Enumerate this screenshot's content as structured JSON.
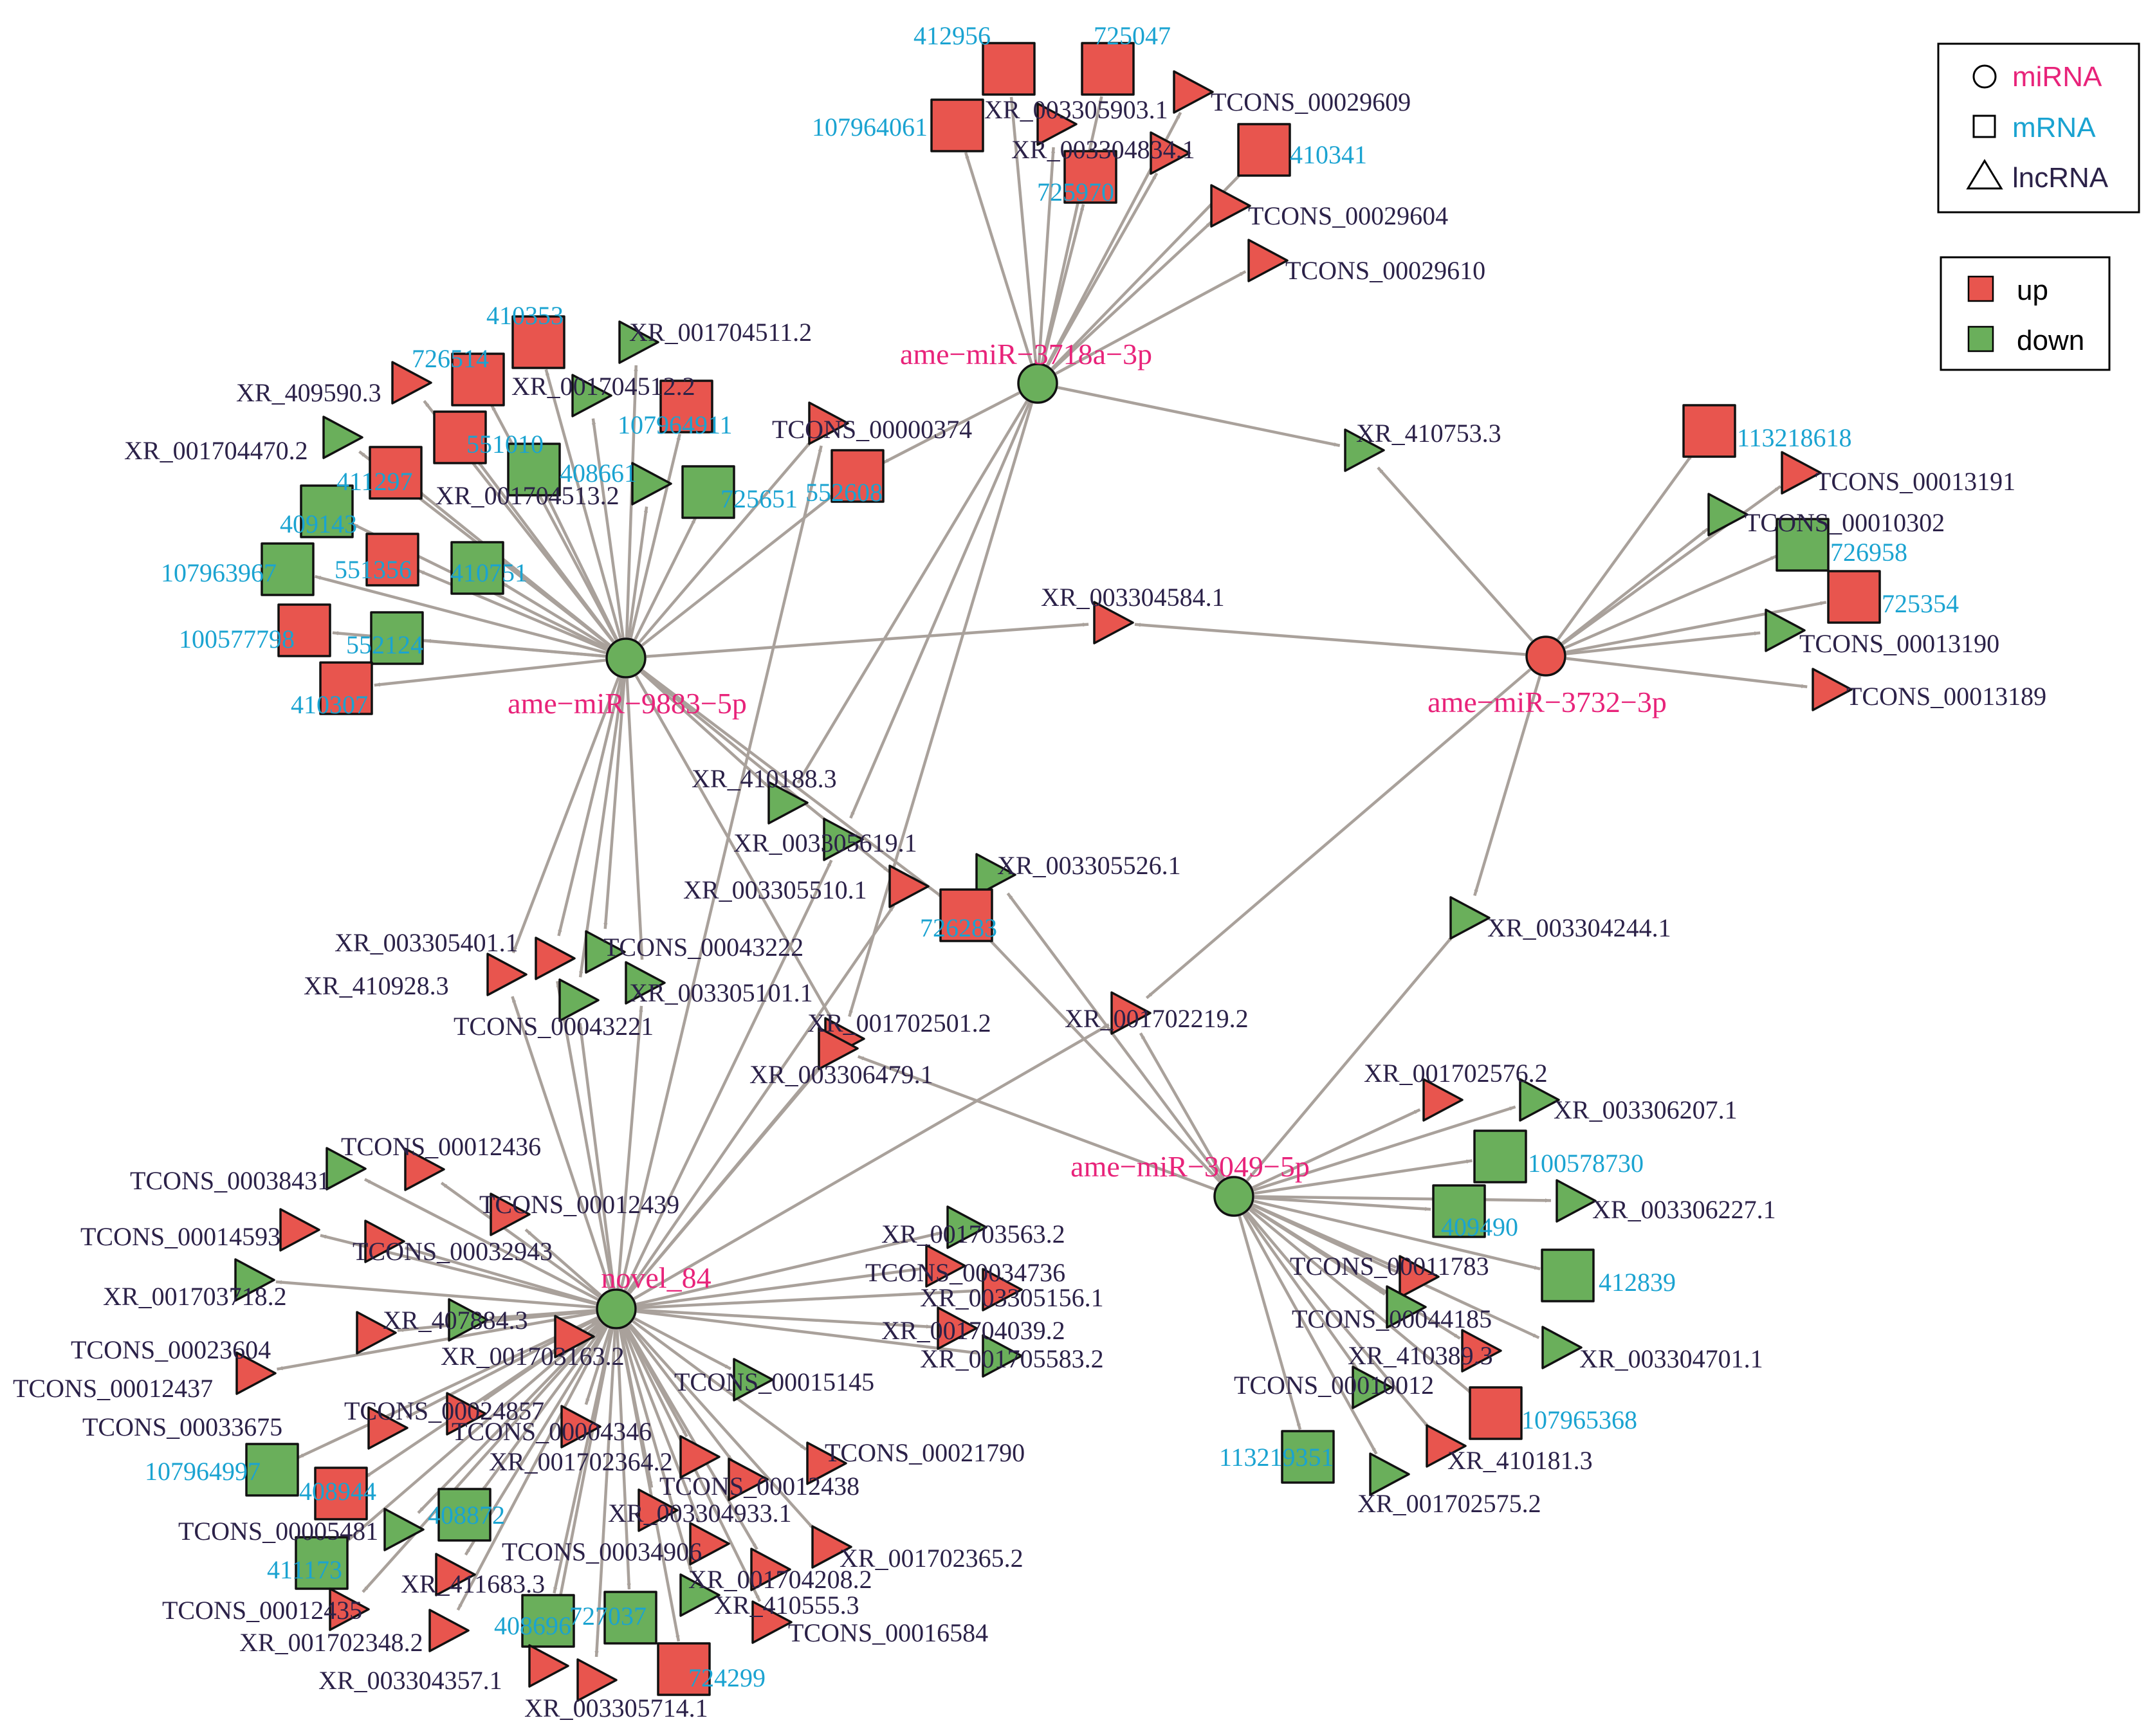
{
  "colors": {
    "up": "#E8554E",
    "down": "#6AAF5B",
    "edge": "#A9A19B",
    "mirna_label": "#E8237A",
    "mrna_label": "#1AA3D1",
    "lncrna_label": "#2B2148"
  },
  "legend_shape": {
    "items": [
      {
        "shape": "circle",
        "label": "miRNA",
        "color_key": "mirna_label"
      },
      {
        "shape": "square",
        "label": "mRNA",
        "color_key": "mrna_label"
      },
      {
        "shape": "triangle",
        "label": "lncRNA",
        "color_key": "lncrna_label"
      }
    ]
  },
  "legend_reg": {
    "items": [
      {
        "label": "up",
        "color_key": "up"
      },
      {
        "label": "down",
        "color_key": "down"
      }
    ]
  },
  "nodes": [
    {
      "id": "m3718",
      "label": "ame−miR−3718a−3p",
      "type": "miRNA",
      "reg": "down"
    },
    {
      "id": "m9883",
      "label": "ame−miR−9883−5p",
      "type": "miRNA",
      "reg": "down"
    },
    {
      "id": "m3732",
      "label": "ame−miR−3732−3p",
      "type": "miRNA",
      "reg": "up"
    },
    {
      "id": "m3049",
      "label": "ame−miR−3049−5p",
      "type": "miRNA",
      "reg": "down"
    },
    {
      "id": "n84",
      "label": "novel_84",
      "type": "miRNA",
      "reg": "down"
    },
    {
      "id": "g412956",
      "label": "412956",
      "type": "mRNA",
      "reg": "up"
    },
    {
      "id": "g725047",
      "label": "725047",
      "type": "mRNA",
      "reg": "up"
    },
    {
      "id": "g107964061",
      "label": "107964061",
      "type": "mRNA",
      "reg": "up"
    },
    {
      "id": "x3305903",
      "label": "XR_003305903.1",
      "type": "lncRNA",
      "reg": "up"
    },
    {
      "id": "t29609",
      "label": "TCONS_00029609",
      "type": "lncRNA",
      "reg": "up"
    },
    {
      "id": "x3304834",
      "label": "XR_003304834.1",
      "type": "lncRNA",
      "reg": "up"
    },
    {
      "id": "g410341",
      "label": "410341",
      "type": "mRNA",
      "reg": "up"
    },
    {
      "id": "g725970",
      "label": "725970",
      "type": "mRNA",
      "reg": "up"
    },
    {
      "id": "t29604",
      "label": "TCONS_00029604",
      "type": "lncRNA",
      "reg": "up"
    },
    {
      "id": "t29610",
      "label": "TCONS_00029610",
      "type": "lncRNA",
      "reg": "up"
    },
    {
      "id": "t00374",
      "label": "TCONS_00000374",
      "type": "lncRNA",
      "reg": "up"
    },
    {
      "id": "g552608",
      "label": "552608",
      "type": "mRNA",
      "reg": "up"
    },
    {
      "id": "x410753",
      "label": "XR_410753.3",
      "type": "lncRNA",
      "reg": "down"
    },
    {
      "id": "g410353",
      "label": "410353",
      "type": "mRNA",
      "reg": "up"
    },
    {
      "id": "x1704511",
      "label": "XR_001704511.2",
      "type": "lncRNA",
      "reg": "down"
    },
    {
      "id": "g726514",
      "label": "726514",
      "type": "mRNA",
      "reg": "up"
    },
    {
      "id": "x409590",
      "label": "XR_409590.3",
      "type": "lncRNA",
      "reg": "up"
    },
    {
      "id": "x1704512",
      "label": "XR_001704512.2",
      "type": "lncRNA",
      "reg": "down"
    },
    {
      "id": "g107964911",
      "label": "107964911",
      "type": "mRNA",
      "reg": "up"
    },
    {
      "id": "x1704470",
      "label": "XR_001704470.2",
      "type": "lncRNA",
      "reg": "down"
    },
    {
      "id": "g551010",
      "label": "551010",
      "type": "mRNA",
      "reg": "up"
    },
    {
      "id": "g408661",
      "label": "408661",
      "type": "mRNA",
      "reg": "down"
    },
    {
      "id": "g411297",
      "label": "411297",
      "type": "mRNA",
      "reg": "up"
    },
    {
      "id": "x1704513",
      "label": "XR_001704513.2",
      "type": "lncRNA",
      "reg": "down"
    },
    {
      "id": "g725651",
      "label": "725651",
      "type": "mRNA",
      "reg": "down"
    },
    {
      "id": "g409143",
      "label": "409143",
      "type": "mRNA",
      "reg": "down"
    },
    {
      "id": "g107963967",
      "label": "107963967",
      "type": "mRNA",
      "reg": "down"
    },
    {
      "id": "g551356",
      "label": "551356",
      "type": "mRNA",
      "reg": "up"
    },
    {
      "id": "g410751",
      "label": "410751",
      "type": "mRNA",
      "reg": "down"
    },
    {
      "id": "g100577798",
      "label": "100577798",
      "type": "mRNA",
      "reg": "up"
    },
    {
      "id": "g552124",
      "label": "552124",
      "type": "mRNA",
      "reg": "down"
    },
    {
      "id": "g410307",
      "label": "410307",
      "type": "mRNA",
      "reg": "up"
    },
    {
      "id": "x3304584",
      "label": "XR_003304584.1",
      "type": "lncRNA",
      "reg": "up"
    },
    {
      "id": "g113218618",
      "label": "113218618",
      "type": "mRNA",
      "reg": "up"
    },
    {
      "id": "t13191",
      "label": "TCONS_00013191",
      "type": "lncRNA",
      "reg": "up"
    },
    {
      "id": "t10302",
      "label": "TCONS_00010302",
      "type": "lncRNA",
      "reg": "down"
    },
    {
      "id": "g726958",
      "label": "726958",
      "type": "mRNA",
      "reg": "down"
    },
    {
      "id": "g725354",
      "label": "725354",
      "type": "mRNA",
      "reg": "up"
    },
    {
      "id": "t13190",
      "label": "TCONS_00013190",
      "type": "lncRNA",
      "reg": "down"
    },
    {
      "id": "t13189",
      "label": "TCONS_00013189",
      "type": "lncRNA",
      "reg": "up"
    },
    {
      "id": "x3304244",
      "label": "XR_003304244.1",
      "type": "lncRNA",
      "reg": "down"
    },
    {
      "id": "x410188",
      "label": "XR_410188.3",
      "type": "lncRNA",
      "reg": "down"
    },
    {
      "id": "x3305619",
      "label": "XR_003305619.1",
      "type": "lncRNA",
      "reg": "down"
    },
    {
      "id": "x3305510",
      "label": "XR_003305510.1",
      "type": "lncRNA",
      "reg": "up"
    },
    {
      "id": "x3305526",
      "label": "XR_003305526.1",
      "type": "lncRNA",
      "reg": "down"
    },
    {
      "id": "g726283",
      "label": "726283",
      "type": "mRNA",
      "reg": "up"
    },
    {
      "id": "x3305401",
      "label": "XR_003305401.1",
      "type": "lncRNA",
      "reg": "up"
    },
    {
      "id": "t43222",
      "label": "TCONS_00043222",
      "type": "lncRNA",
      "reg": "down"
    },
    {
      "id": "x410928",
      "label": "XR_410928.3",
      "type": "lncRNA",
      "reg": "up"
    },
    {
      "id": "x3305101",
      "label": "XR_003305101.1",
      "type": "lncRNA",
      "reg": "down"
    },
    {
      "id": "t43221",
      "label": "TCONS_00043221",
      "type": "lncRNA",
      "reg": "down"
    },
    {
      "id": "x1702501",
      "label": "XR_001702501.2",
      "type": "lncRNA",
      "reg": "up"
    },
    {
      "id": "x1702219",
      "label": "XR_001702219.2",
      "type": "lncRNA",
      "reg": "up"
    },
    {
      "id": "x3306479",
      "label": "XR_003306479.1",
      "type": "lncRNA",
      "reg": "up"
    },
    {
      "id": "x1702576",
      "label": "XR_001702576.2",
      "type": "lncRNA",
      "reg": "up"
    },
    {
      "id": "x3306207",
      "label": "XR_003306207.1",
      "type": "lncRNA",
      "reg": "down"
    },
    {
      "id": "g100578730",
      "label": "100578730",
      "type": "mRNA",
      "reg": "down"
    },
    {
      "id": "g409490",
      "label": "409490",
      "type": "mRNA",
      "reg": "down"
    },
    {
      "id": "x3306227",
      "label": "XR_003306227.1",
      "type": "lncRNA",
      "reg": "down"
    },
    {
      "id": "t11783",
      "label": "TCONS_00011783",
      "type": "lncRNA",
      "reg": "up"
    },
    {
      "id": "g412839",
      "label": "412839",
      "type": "mRNA",
      "reg": "down"
    },
    {
      "id": "t44185",
      "label": "TCONS_00044185",
      "type": "lncRNA",
      "reg": "down"
    },
    {
      "id": "x410389",
      "label": "XR_410389.3",
      "type": "lncRNA",
      "reg": "up"
    },
    {
      "id": "x3304701",
      "label": "XR_003304701.1",
      "type": "lncRNA",
      "reg": "down"
    },
    {
      "id": "t10012",
      "label": "TCONS_00010012",
      "type": "lncRNA",
      "reg": "down"
    },
    {
      "id": "g107965368",
      "label": "107965368",
      "type": "mRNA",
      "reg": "up"
    },
    {
      "id": "g113219351",
      "label": "113219351",
      "type": "mRNA",
      "reg": "down"
    },
    {
      "id": "x410181",
      "label": "XR_410181.3",
      "type": "lncRNA",
      "reg": "up"
    },
    {
      "id": "x1702575",
      "label": "XR_001702575.2",
      "type": "lncRNA",
      "reg": "down"
    },
    {
      "id": "t12436",
      "label": "TCONS_00012436",
      "type": "lncRNA",
      "reg": "up"
    },
    {
      "id": "t38431",
      "label": "TCONS_00038431",
      "type": "lncRNA",
      "reg": "down"
    },
    {
      "id": "t12439",
      "label": "TCONS_00012439",
      "type": "lncRNA",
      "reg": "up"
    },
    {
      "id": "t14593",
      "label": "TCONS_00014593",
      "type": "lncRNA",
      "reg": "up"
    },
    {
      "id": "t32943",
      "label": "TCONS_00032943",
      "type": "lncRNA",
      "reg": "up"
    },
    {
      "id": "x1703563",
      "label": "XR_001703563.2",
      "type": "lncRNA",
      "reg": "down"
    },
    {
      "id": "t34736",
      "label": "TCONS_00034736",
      "type": "lncRNA",
      "reg": "up"
    },
    {
      "id": "x1703718",
      "label": "XR_001703718.2",
      "type": "lncRNA",
      "reg": "down"
    },
    {
      "id": "x407884",
      "label": "XR_407884.3",
      "type": "lncRNA",
      "reg": "down"
    },
    {
      "id": "x3305156",
      "label": "XR_003305156.1",
      "type": "lncRNA",
      "reg": "up"
    },
    {
      "id": "t23604",
      "label": "TCONS_00023604",
      "type": "lncRNA",
      "reg": "up"
    },
    {
      "id": "x1703163",
      "label": "XR_001703163.2",
      "type": "lncRNA",
      "reg": "up"
    },
    {
      "id": "x1704039",
      "label": "XR_001704039.2",
      "type": "lncRNA",
      "reg": "up"
    },
    {
      "id": "x1705583",
      "label": "XR_001705583.2",
      "type": "lncRNA",
      "reg": "down"
    },
    {
      "id": "t12437",
      "label": "TCONS_00012437",
      "type": "lncRNA",
      "reg": "up"
    },
    {
      "id": "t15145",
      "label": "TCONS_00015145",
      "type": "lncRNA",
      "reg": "down"
    },
    {
      "id": "t33675",
      "label": "TCONS_00033675",
      "type": "lncRNA",
      "reg": "up"
    },
    {
      "id": "t24857",
      "label": "TCONS_00024857",
      "type": "lncRNA",
      "reg": "up"
    },
    {
      "id": "t04346",
      "label": "TCONS_00004346",
      "type": "lncRNA",
      "reg": "up"
    },
    {
      "id": "g107964997",
      "label": "107964997",
      "type": "mRNA",
      "reg": "down"
    },
    {
      "id": "g408944",
      "label": "408944",
      "type": "mRNA",
      "reg": "up"
    },
    {
      "id": "x1702364",
      "label": "XR_001702364.2",
      "type": "lncRNA",
      "reg": "up"
    },
    {
      "id": "t21790",
      "label": "TCONS_00021790",
      "type": "lncRNA",
      "reg": "up"
    },
    {
      "id": "t12438",
      "label": "TCONS_00012438",
      "type": "lncRNA",
      "reg": "up"
    },
    {
      "id": "t05481",
      "label": "TCONS_00005481",
      "type": "lncRNA",
      "reg": "down"
    },
    {
      "id": "g408872",
      "label": "408872",
      "type": "mRNA",
      "reg": "down"
    },
    {
      "id": "x3304933",
      "label": "XR_003304933.1",
      "type": "lncRNA",
      "reg": "up"
    },
    {
      "id": "g411173",
      "label": "411173",
      "type": "mRNA",
      "reg": "down"
    },
    {
      "id": "t34906",
      "label": "TCONS_00034906",
      "type": "lncRNA",
      "reg": "up"
    },
    {
      "id": "x1702365",
      "label": "XR_001702365.2",
      "type": "lncRNA",
      "reg": "up"
    },
    {
      "id": "x411683",
      "label": "XR_411683.3",
      "type": "lncRNA",
      "reg": "up"
    },
    {
      "id": "x1704208",
      "label": "XR_001704208.2",
      "type": "lncRNA",
      "reg": "up"
    },
    {
      "id": "x410555",
      "label": "XR_410555.3",
      "type": "lncRNA",
      "reg": "down"
    },
    {
      "id": "t12435",
      "label": "TCONS_00012435",
      "type": "lncRNA",
      "reg": "up"
    },
    {
      "id": "g727037",
      "label": "727037",
      "type": "mRNA",
      "reg": "down"
    },
    {
      "id": "t16584",
      "label": "TCONS_00016584",
      "type": "lncRNA",
      "reg": "up"
    },
    {
      "id": "x1702348",
      "label": "XR_001702348.2",
      "type": "lncRNA",
      "reg": "up"
    },
    {
      "id": "g408696",
      "label": "408696",
      "type": "mRNA",
      "reg": "down"
    },
    {
      "id": "x3304357",
      "label": "XR_003304357.1",
      "type": "lncRNA",
      "reg": "up"
    },
    {
      "id": "g724299",
      "label": "724299",
      "type": "mRNA",
      "reg": "up"
    },
    {
      "id": "x3305714",
      "label": "XR_003305714.1",
      "type": "lncRNA",
      "reg": "up"
    }
  ],
  "edges": [
    [
      "m3718",
      "g412956"
    ],
    [
      "m3718",
      "g725047"
    ],
    [
      "m3718",
      "g107964061"
    ],
    [
      "m3718",
      "x3305903"
    ],
    [
      "m3718",
      "t29609"
    ],
    [
      "m3718",
      "x3304834"
    ],
    [
      "m3718",
      "g410341"
    ],
    [
      "m3718",
      "g725970"
    ],
    [
      "m3718",
      "t29604"
    ],
    [
      "m3718",
      "t29610"
    ],
    [
      "m3718",
      "g552608"
    ],
    [
      "m3718",
      "x410753"
    ],
    [
      "m3718",
      "x410188"
    ],
    [
      "m3718",
      "x3305619"
    ],
    [
      "m3718",
      "x1702501"
    ],
    [
      "m9883",
      "g410353"
    ],
    [
      "m9883",
      "x1704511"
    ],
    [
      "m9883",
      "g726514"
    ],
    [
      "m9883",
      "x409590"
    ],
    [
      "m9883",
      "x1704512"
    ],
    [
      "m9883",
      "g107964911"
    ],
    [
      "m9883",
      "x1704470"
    ],
    [
      "m9883",
      "g551010"
    ],
    [
      "m9883",
      "g408661"
    ],
    [
      "m9883",
      "g411297"
    ],
    [
      "m9883",
      "x1704513"
    ],
    [
      "m9883",
      "g725651"
    ],
    [
      "m9883",
      "g409143"
    ],
    [
      "m9883",
      "g107963967"
    ],
    [
      "m9883",
      "g551356"
    ],
    [
      "m9883",
      "g410751"
    ],
    [
      "m9883",
      "g100577798"
    ],
    [
      "m9883",
      "g552124"
    ],
    [
      "m9883",
      "g410307"
    ],
    [
      "m9883",
      "t00374"
    ],
    [
      "m9883",
      "g552608"
    ],
    [
      "m9883",
      "x3304584"
    ],
    [
      "m9883",
      "x410188"
    ],
    [
      "m9883",
      "x3305510"
    ],
    [
      "m9883",
      "g726283"
    ],
    [
      "m9883",
      "x3305401"
    ],
    [
      "m9883",
      "t43222"
    ],
    [
      "m9883",
      "x410928"
    ],
    [
      "m9883",
      "x3305101"
    ],
    [
      "m9883",
      "t43221"
    ],
    [
      "m9883",
      "x1702501"
    ],
    [
      "m3732",
      "g113218618"
    ],
    [
      "m3732",
      "t13191"
    ],
    [
      "m3732",
      "t10302"
    ],
    [
      "m3732",
      "g726958"
    ],
    [
      "m3732",
      "g725354"
    ],
    [
      "m3732",
      "t13190"
    ],
    [
      "m3732",
      "t13189"
    ],
    [
      "m3732",
      "x410753"
    ],
    [
      "m3732",
      "x3304584"
    ],
    [
      "m3732",
      "x3304244"
    ],
    [
      "m3732",
      "x1702219"
    ],
    [
      "m3049",
      "x1702576"
    ],
    [
      "m3049",
      "x3306207"
    ],
    [
      "m3049",
      "g100578730"
    ],
    [
      "m3049",
      "g409490"
    ],
    [
      "m3049",
      "x3306227"
    ],
    [
      "m3049",
      "t11783"
    ],
    [
      "m3049",
      "g412839"
    ],
    [
      "m3049",
      "t44185"
    ],
    [
      "m3049",
      "x410389"
    ],
    [
      "m3049",
      "x3304701"
    ],
    [
      "m3049",
      "t10012"
    ],
    [
      "m3049",
      "g107965368"
    ],
    [
      "m3049",
      "g113219351"
    ],
    [
      "m3049",
      "x410181"
    ],
    [
      "m3049",
      "x1702575"
    ],
    [
      "m3049",
      "x3304244"
    ],
    [
      "m3049",
      "x1702219"
    ],
    [
      "m3049",
      "x3306479"
    ],
    [
      "m3049",
      "g726283"
    ],
    [
      "m3049",
      "x3305526"
    ],
    [
      "n84",
      "t12436"
    ],
    [
      "n84",
      "t38431"
    ],
    [
      "n84",
      "t12439"
    ],
    [
      "n84",
      "t14593"
    ],
    [
      "n84",
      "t32943"
    ],
    [
      "n84",
      "x1703563"
    ],
    [
      "n84",
      "t34736"
    ],
    [
      "n84",
      "x1703718"
    ],
    [
      "n84",
      "x407884"
    ],
    [
      "n84",
      "x3305156"
    ],
    [
      "n84",
      "t23604"
    ],
    [
      "n84",
      "x1703163"
    ],
    [
      "n84",
      "x1704039"
    ],
    [
      "n84",
      "x1705583"
    ],
    [
      "n84",
      "t12437"
    ],
    [
      "n84",
      "t15145"
    ],
    [
      "n84",
      "t33675"
    ],
    [
      "n84",
      "t24857"
    ],
    [
      "n84",
      "t04346"
    ],
    [
      "n84",
      "g107964997"
    ],
    [
      "n84",
      "g408944"
    ],
    [
      "n84",
      "x1702364"
    ],
    [
      "n84",
      "t21790"
    ],
    [
      "n84",
      "t12438"
    ],
    [
      "n84",
      "t05481"
    ],
    [
      "n84",
      "g408872"
    ],
    [
      "n84",
      "x3304933"
    ],
    [
      "n84",
      "g411173"
    ],
    [
      "n84",
      "t34906"
    ],
    [
      "n84",
      "x1702365"
    ],
    [
      "n84",
      "x411683"
    ],
    [
      "n84",
      "x1704208"
    ],
    [
      "n84",
      "x410555"
    ],
    [
      "n84",
      "t12435"
    ],
    [
      "n84",
      "g727037"
    ],
    [
      "n84",
      "t16584"
    ],
    [
      "n84",
      "x1702348"
    ],
    [
      "n84",
      "g408696"
    ],
    [
      "n84",
      "x3304357"
    ],
    [
      "n84",
      "g724299"
    ],
    [
      "n84",
      "x3305714"
    ],
    [
      "n84",
      "x410928"
    ],
    [
      "n84",
      "x3305401"
    ],
    [
      "n84",
      "t43221"
    ],
    [
      "n84",
      "x3305101"
    ],
    [
      "n84",
      "x1702501"
    ],
    [
      "n84",
      "x1702219"
    ],
    [
      "n84",
      "x3306479"
    ],
    [
      "n84",
      "x3305619"
    ],
    [
      "n84",
      "x3305510"
    ],
    [
      "n84",
      "t00374"
    ]
  ]
}
